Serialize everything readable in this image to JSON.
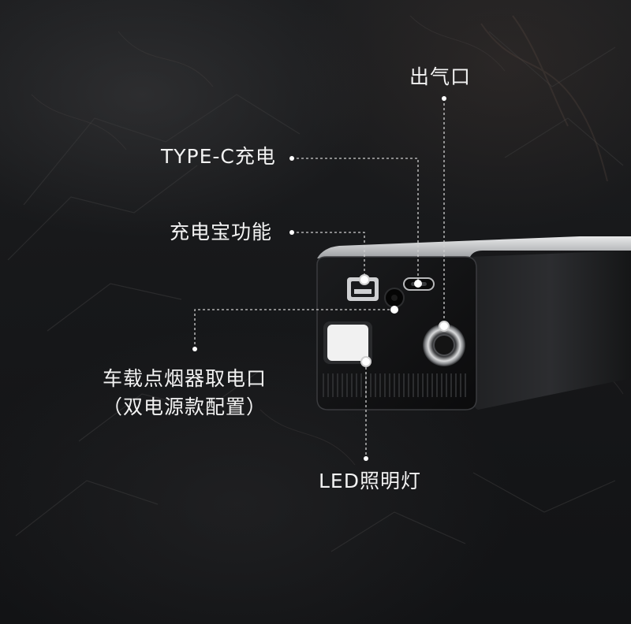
{
  "colors": {
    "background": "#16171a",
    "label_text": "#f2f2f2",
    "callout_line": "#cfcfcf",
    "device_body": "#111214"
  },
  "labels": {
    "air_outlet": "出气口",
    "typec_charging": "TYPE-C充电",
    "power_bank": "充电宝功能",
    "cigarette_outlet": "车载点烟器取电口",
    "cigarette_outlet_note": "（双电源款配置）",
    "led_light": "LED照明灯"
  },
  "icons": {
    "usb_port": "usb-a-port-icon",
    "typec_port": "usb-c-port-icon",
    "dc_jack": "dc-jack-icon",
    "air_nozzle": "air-nozzle-icon",
    "led": "led-light-icon"
  }
}
